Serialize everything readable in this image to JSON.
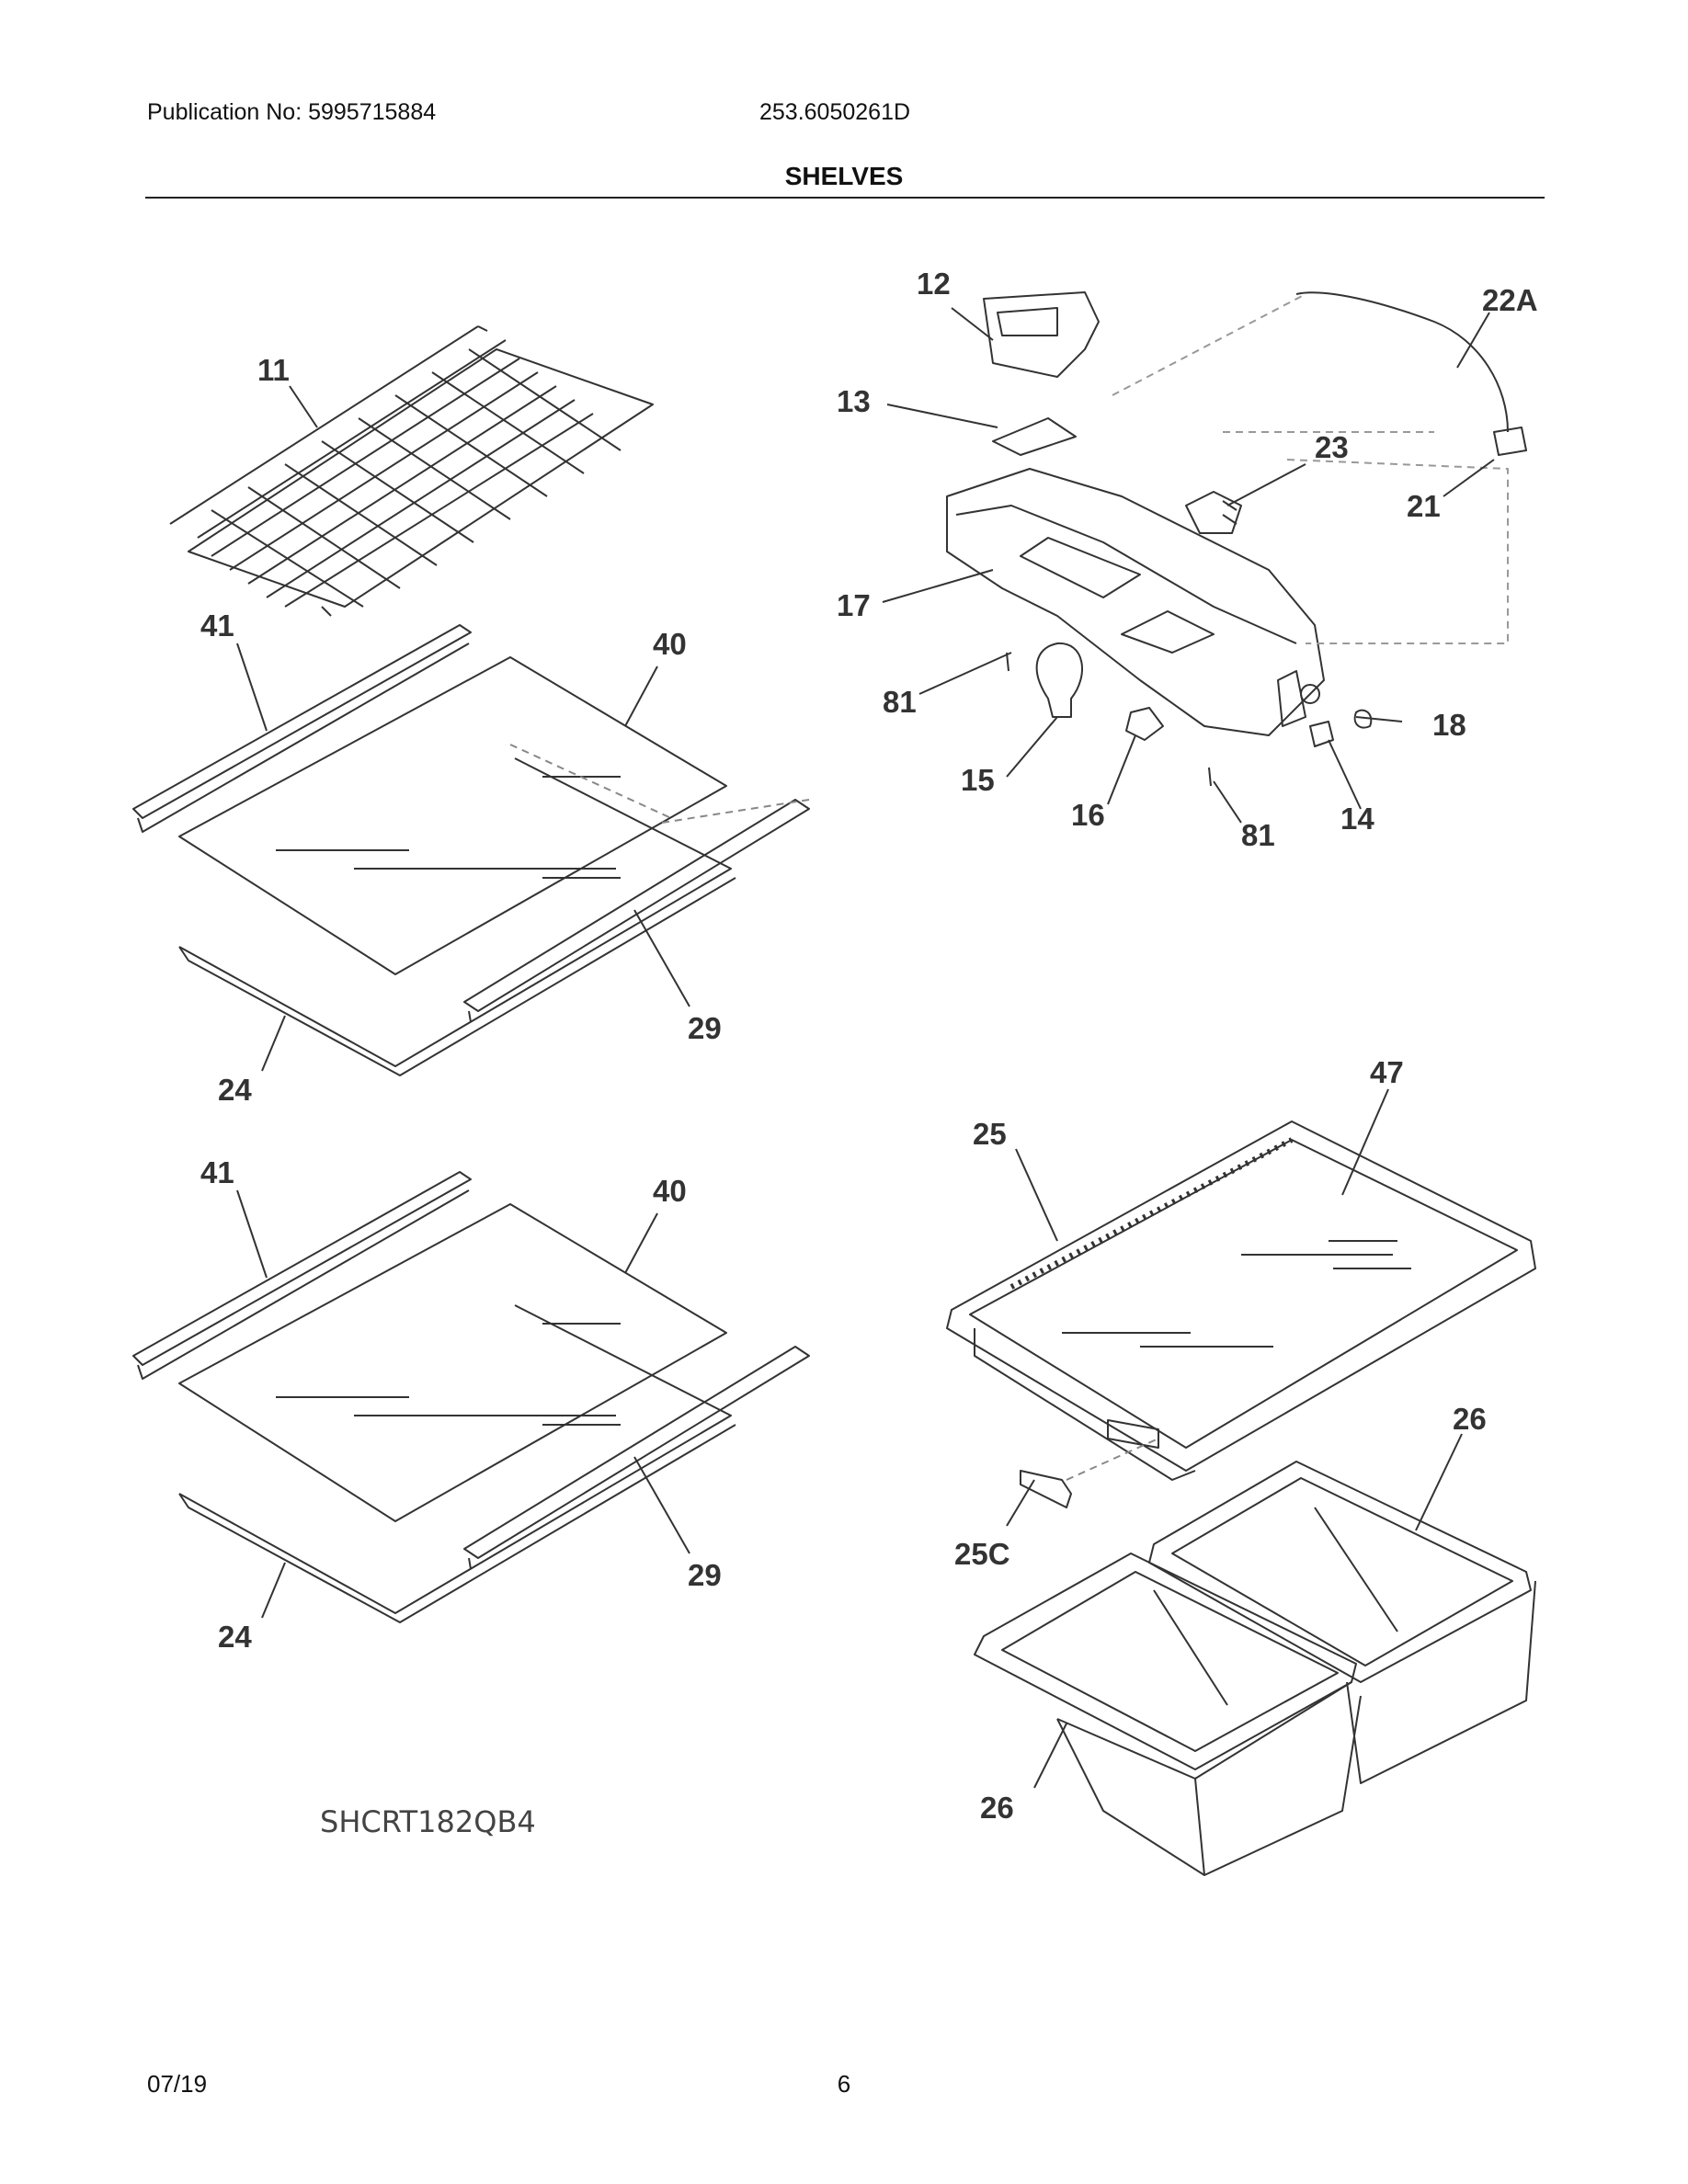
{
  "header": {
    "publication": "Publication No: 5995715884",
    "model": "253.6050261D",
    "title": "SHELVES"
  },
  "diagram": {
    "model_code": "SHCRT182QB4",
    "callouts": [
      "12",
      "22A",
      "11",
      "13",
      "23",
      "21",
      "17",
      "41",
      "40",
      "81",
      "18",
      "15",
      "16",
      "81",
      "14",
      "29",
      "24",
      "47",
      "25",
      "26",
      "25C",
      "29",
      "24",
      "26",
      "41",
      "40"
    ]
  },
  "footer": {
    "date": "07/19",
    "page": "6"
  }
}
